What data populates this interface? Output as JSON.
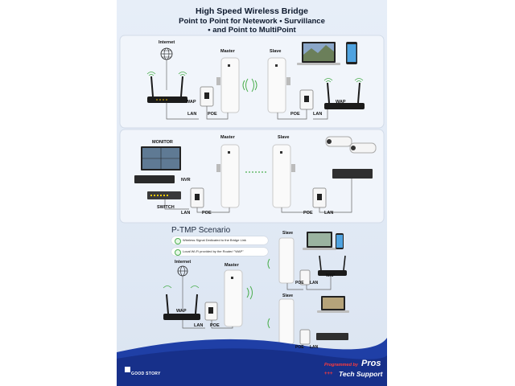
{
  "header": {
    "title": "High Speed Wireless Bridge",
    "subtitle_line1": "Point to Point for Netework • Survillance",
    "subtitle_line2": "• and Point to MultiPoint"
  },
  "section1": {
    "internet": "Internet",
    "master": "Master",
    "slave": "Slave",
    "wap_left": "WAP",
    "lan_left": "LAN",
    "poe_left": "POE",
    "poe_right": "POE",
    "lan_right": "LAN",
    "wap_right": "WAP"
  },
  "section2": {
    "monitor": "MONITOR",
    "nvr": "NVR",
    "switch": "SWITCH",
    "master": "Master",
    "slave": "Slave",
    "lan_left": "LAN",
    "poe_left": "POE",
    "poe_right": "POE",
    "lan_right": "LAN"
  },
  "section3": {
    "title": "P-TMP Scenario",
    "legend_1": "Wireless Signal Dedicated to the Bridge Link",
    "legend_2": "Local Wi-Fi provided by the Router/ \"WAP\"",
    "internet": "Internet",
    "master": "Master",
    "wap_left": "WAP",
    "lan_left": "LAN",
    "poe_left": "POE",
    "slave_top": "Slave",
    "poe_top": "POE",
    "lan_top": "LAN",
    "wap_top": "WAP",
    "slave_bottom": "Slave",
    "poe_bottom": "POE",
    "lan_bottom": "LAN"
  },
  "footer": {
    "brand": "GOOD STORY",
    "programmed_by": "Programmed by",
    "pros": "Pros",
    "tech_support": "Tech Support",
    "plus_marks": "+++"
  },
  "colors": {
    "panel": "#f1f5fb",
    "footer_blue": "#1f3fa6",
    "accent_red": "#ff3b3b",
    "signal_green": "#4caf50"
  }
}
